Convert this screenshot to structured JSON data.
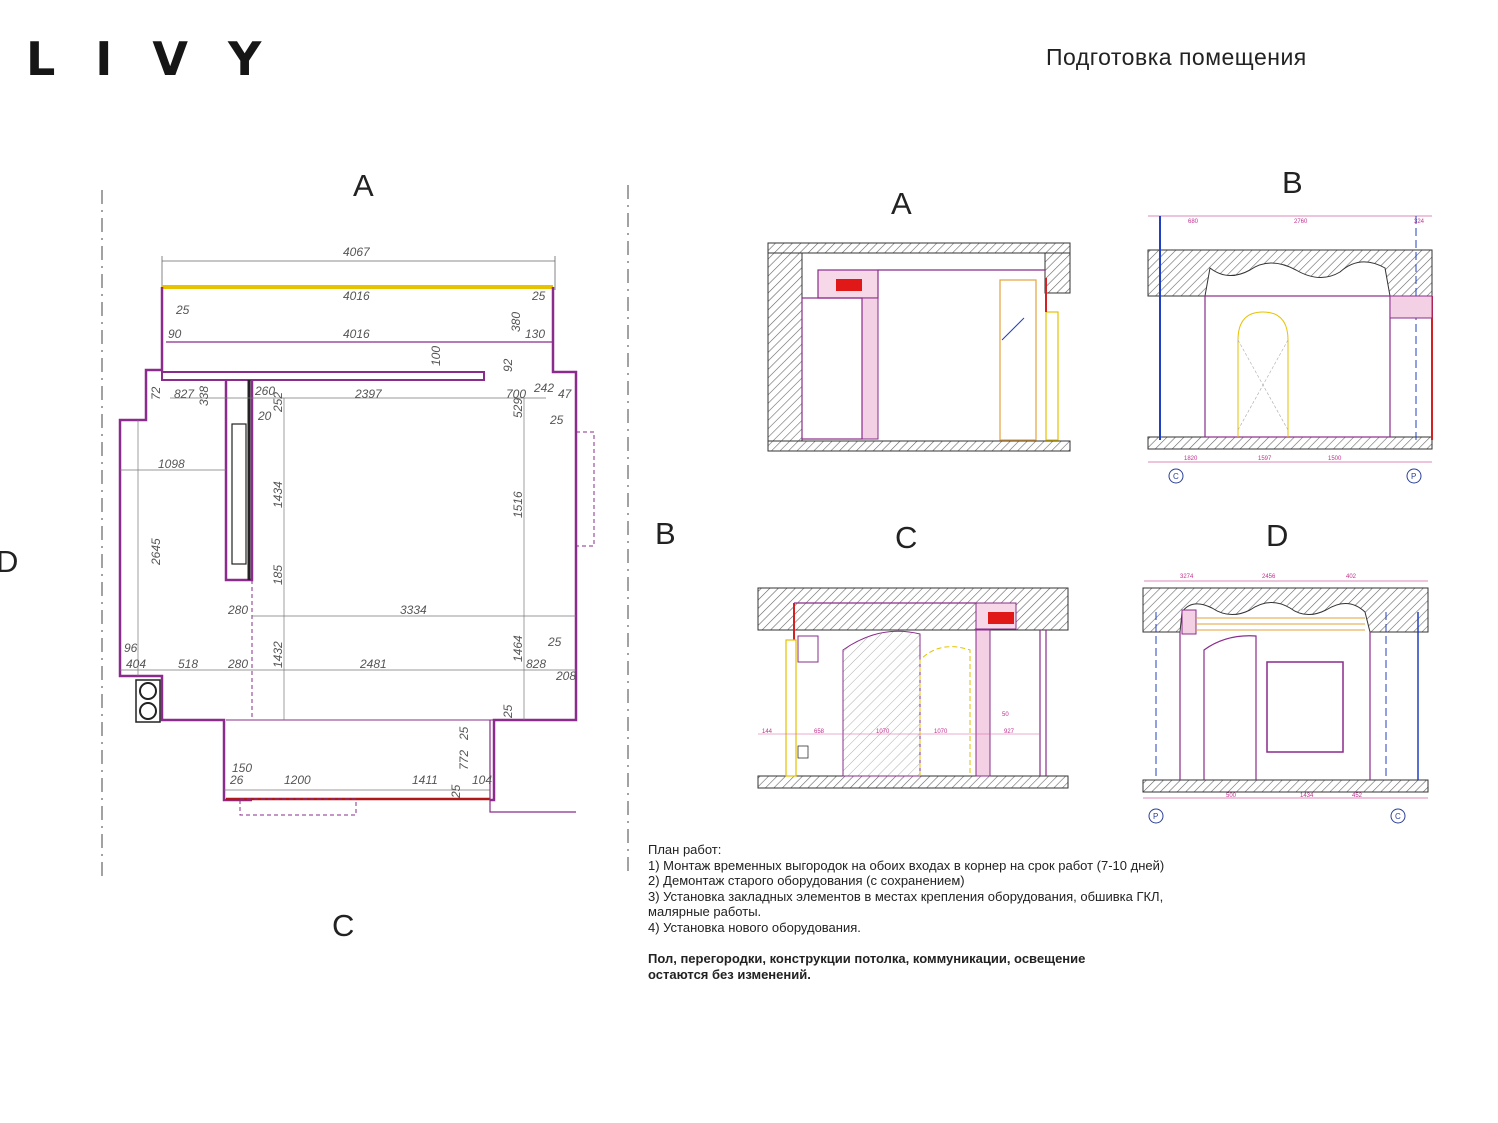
{
  "logo": {
    "text": "LIVY"
  },
  "page_title": "Подготовка помещения",
  "plan": {
    "letters": {
      "top": "A",
      "right": "B",
      "bottom": "C",
      "left": "D"
    },
    "dimensions": {
      "d4067": "4067",
      "d4016a": "4016",
      "d4016b": "4016",
      "d25a": "25",
      "d25b": "25",
      "d90": "90",
      "d130": "130",
      "d380": "380",
      "d100": "100",
      "d92": "92",
      "d72": "72",
      "d827": "827",
      "d338": "338",
      "d260": "260",
      "d252": "252",
      "d20": "20",
      "d2397": "2397",
      "d700": "700",
      "d242": "242",
      "d47": "47",
      "d529": "529",
      "d25c": "25",
      "d1098": "1098",
      "d2645": "2645",
      "d1434": "1434",
      "d1516": "1516",
      "d185": "185",
      "d280a": "280",
      "d3334": "3334",
      "d25d": "25",
      "d96": "96",
      "d404": "404",
      "d518": "518",
      "d280b": "280",
      "d1432": "1432",
      "d2481": "2481",
      "d1464": "1464",
      "d828": "828",
      "d208": "208",
      "d25e": "25",
      "d25f": "25",
      "d772": "772",
      "d150": "150",
      "d26": "26",
      "d1200": "1200",
      "d1411": "1411",
      "d25g": "25",
      "d104": "104"
    }
  },
  "elevations": {
    "a": {
      "letter": "A"
    },
    "b": {
      "letter": "B",
      "labels": [
        "680",
        "2760",
        "324",
        "1820",
        "1597",
        "1500"
      ],
      "pins": [
        "C",
        "P"
      ]
    },
    "c": {
      "letter": "C",
      "labels": [
        "144",
        "658",
        "1070",
        "1070",
        "927",
        "50"
      ]
    },
    "d": {
      "letter": "D",
      "labels": [
        "3274",
        "2456",
        "402",
        "500",
        "1434",
        "452"
      ],
      "pins": [
        "P",
        "C"
      ]
    }
  },
  "notes": {
    "heading": "План работ:",
    "items": [
      "1) Монтаж временных выгородок на обоих входах в корнер на срок работ (7-10 дней)",
      "2) Демонтаж старого оборудования (с сохранением)",
      "3) Установка закладных элементов в местах крепления оборудования, обшивка ГКЛ,",
      "малярные работы.",
      "4) Установка нового оборудования."
    ],
    "bold_line1": "Пол, перегородки, конструкции потолка, коммуникации, освещение",
    "bold_line2": "остаются без  изменений."
  },
  "colors": {
    "wall": "#8a2c8c",
    "yellow": "#e6c200",
    "red": "#d42020",
    "blue": "#2040c0",
    "hatch": "#777777"
  }
}
